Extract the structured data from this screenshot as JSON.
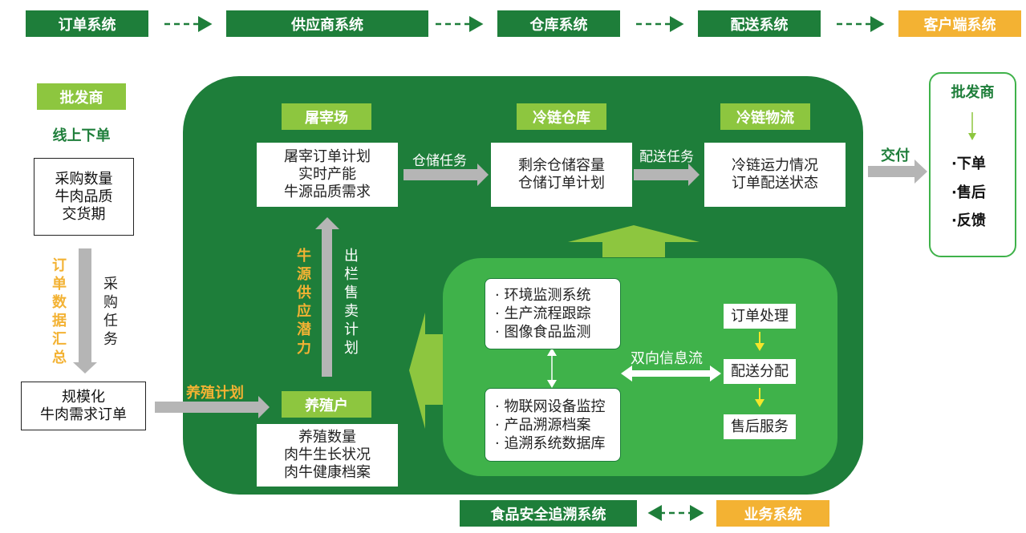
{
  "top_flow": [
    "订单系统",
    "供应商系统",
    "仓库系统",
    "配送系统",
    "客户端系统"
  ],
  "left": {
    "wholesaler": "批发商",
    "online_order": "线上下单",
    "purchase_box": [
      "采购数量",
      "牛肉品质",
      "交货期"
    ],
    "order_summary_chars": [
      "订",
      "单",
      "数",
      "据",
      "汇",
      "总"
    ],
    "purchase_task_chars": [
      "采",
      "购",
      "任",
      "务"
    ],
    "demand_box": [
      "规模化",
      "牛肉需求订单"
    ],
    "breeding_plan": "养殖计划"
  },
  "center": {
    "slaughter_header": "屠宰场",
    "slaughter_box": [
      "屠宰订单计划",
      "实时产能",
      "牛源品质需求"
    ],
    "storage_task": "仓储任务",
    "warehouse_header": "冷链仓库",
    "warehouse_box": [
      "剩余仓储容量",
      "仓储订单计划"
    ],
    "delivery_task": "配送任务",
    "logistics_header": "冷链物流",
    "logistics_box": [
      "冷链运力情况",
      "订单配送状态"
    ],
    "supply_potential_chars": [
      "牛",
      "源",
      "供",
      "应",
      "潜",
      "力"
    ],
    "sale_plan_chars": [
      "出",
      "栏",
      "售",
      "卖",
      "计",
      "划"
    ],
    "farmer_header": "养殖户",
    "farmer_box": [
      "养殖数量",
      "肉牛生长状况",
      "肉牛健康档案"
    ]
  },
  "inner": {
    "monitor_box": [
      "· 环境监测系统",
      "· 生产流程跟踪",
      "· 图像食品监测"
    ],
    "iot_box": [
      "· 物联网设备监控",
      "· 产品溯源档案",
      "· 追溯系统数据库"
    ],
    "bidir_flow": "双向信息流",
    "business_steps": [
      "订单处理",
      "配送分配",
      "售后服务"
    ]
  },
  "right": {
    "deliver": "交付",
    "wholesaler": "批发商",
    "items": [
      "·下单",
      "·售后",
      "·反馈"
    ]
  },
  "bottom": {
    "food_safety": "食品安全追溯系统",
    "business": "业务系统"
  },
  "colors": {
    "dark_green": "#1e7e3a",
    "light_green": "#8dc63f",
    "yellow": "#f3b233",
    "gray_arrow": "#b5b5b5",
    "inner_green": "#3fb24a"
  }
}
